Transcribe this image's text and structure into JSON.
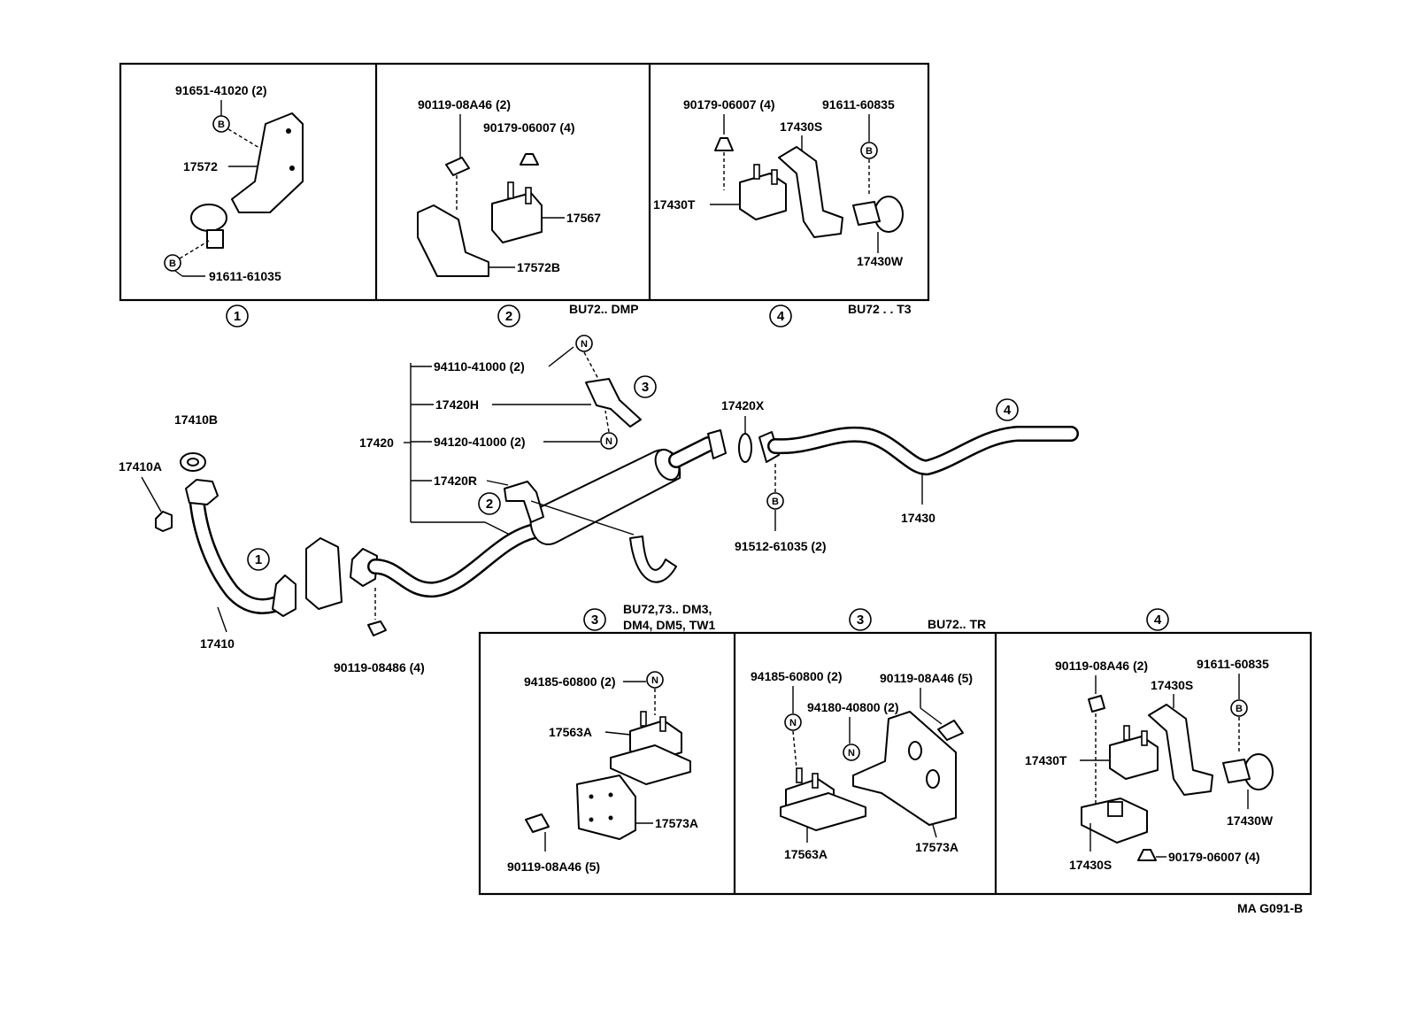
{
  "boxes": {
    "box1": {
      "circle": "1",
      "labels": {
        "a": "91651-41020 (2)",
        "b": "17572",
        "c": "91611-61035"
      }
    },
    "box2": {
      "circle": "2",
      "variant": "BU72.. DMP",
      "labels": {
        "a": "90119-08A46 (2)",
        "b": "90179-06007 (4)",
        "c": "17567",
        "d": "17572B"
      }
    },
    "box4top": {
      "circle": "4",
      "variant": "BU72 . . T3",
      "labels": {
        "a": "90179-06007 (4)",
        "b": "91611-60835",
        "c": "17430S",
        "d": "17430T",
        "e": "17430W"
      }
    },
    "box3a": {
      "circle": "3",
      "variant_line1": "BU72,73.. DM3,",
      "variant_line2": "DM4, DM5, TW1",
      "labels": {
        "a": "94185-60800 (2)",
        "b": "17563A",
        "c": "17573A",
        "d": "90119-08A46 (5)"
      }
    },
    "box3b": {
      "circle": "3",
      "variant": "BU72.. TR",
      "labels": {
        "a": "94185-60800 (2)",
        "b": "90119-08A46 (5)",
        "c": "94180-40800 (2)",
        "d": "17563A",
        "e": "17573A"
      }
    },
    "box4bot": {
      "circle": "4",
      "labels": {
        "a": "90119-08A46 (2)",
        "b": "91611-60835",
        "c": "17430S",
        "d": "17430T",
        "e": "17430W",
        "f": "17430S",
        "g": "90179-06007 (4)"
      }
    }
  },
  "main": {
    "labels": {
      "p17410B": "17410B",
      "p17410A": "17410A",
      "p17410": "17410",
      "p90119_08486": "90119-08486 (4)",
      "p17420": "17420",
      "p94110": "94110-41000 (2)",
      "p17420H": "17420H",
      "p94120": "94120-41000 (2)",
      "p17420R": "17420R",
      "p17420X": "17420X",
      "p91512": "91512-61035 (2)",
      "p17430": "17430"
    },
    "circles": {
      "c1": "1",
      "c2": "2",
      "c3": "3",
      "c4": "4"
    }
  },
  "markers": {
    "bolt": "B",
    "nut": "N"
  },
  "footer": {
    "code": "MA G091-B"
  }
}
